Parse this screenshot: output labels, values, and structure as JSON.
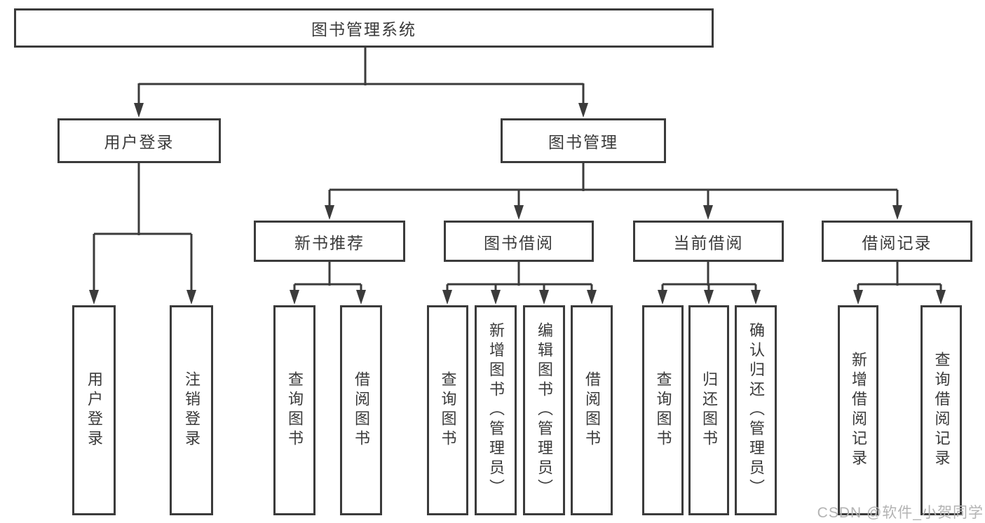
{
  "colors": {
    "line": "#3b3b3b",
    "text": "#3a3a3a",
    "canvas": "#ffffff",
    "watermark": "#b3b3b3"
  },
  "tree": {
    "root": {
      "label": "图书管理系统"
    },
    "level2": [
      {
        "label": "用户登录",
        "children": [
          {
            "label": "用户登录"
          },
          {
            "label": "注销登录"
          }
        ]
      },
      {
        "label": "图书管理",
        "children": [
          {
            "label": "新书推荐",
            "children": [
              {
                "label": "查询图书"
              },
              {
                "label": "借阅图书"
              }
            ]
          },
          {
            "label": "图书借阅",
            "children": [
              {
                "label": "查询图书"
              },
              {
                "label": "新增图书（管理员）"
              },
              {
                "label": "编辑图书（管理员）"
              },
              {
                "label": "借阅图书"
              }
            ]
          },
          {
            "label": "当前借阅",
            "children": [
              {
                "label": "查询图书"
              },
              {
                "label": "归还图书"
              },
              {
                "label": "确认归还（管理员）"
              }
            ]
          },
          {
            "label": "借阅记录",
            "children": [
              {
                "label": "新增借阅记录"
              },
              {
                "label": "查询借阅记录"
              }
            ]
          }
        ]
      }
    ]
  },
  "watermark": {
    "text": "CSDN @软件_小贺同学"
  }
}
